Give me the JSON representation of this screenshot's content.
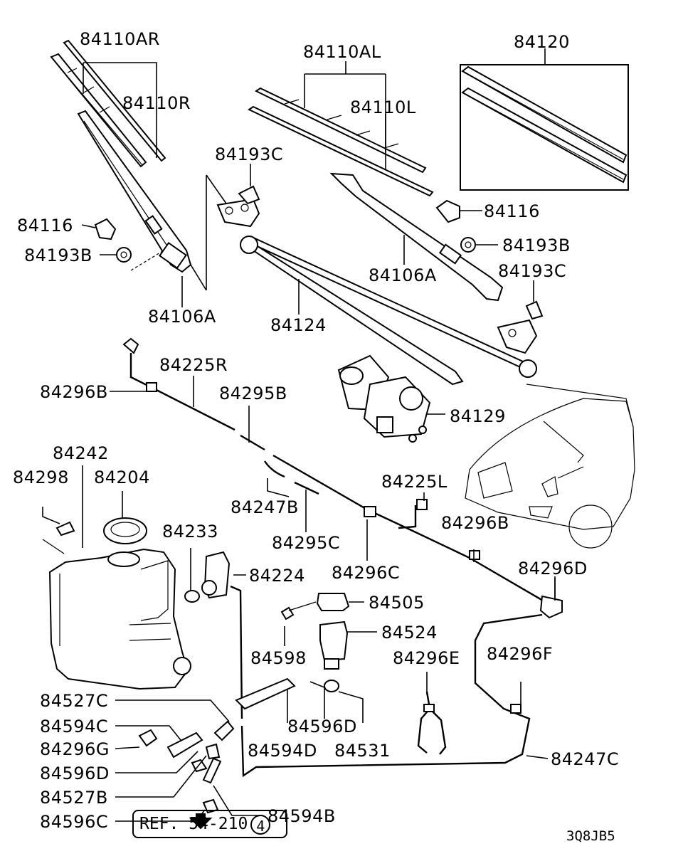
{
  "labels": {
    "p84110AR": "84110AR",
    "p84110R": "84110R",
    "p84110AL": "84110AL",
    "p84110L": "84110L",
    "p84120": "84120",
    "p84193C_top": "84193C",
    "p84116_left": "84116",
    "p84116_right": "84116",
    "p84193B_left": "84193B",
    "p84193B_right": "84193B",
    "p84106A_left": "84106A",
    "p84106A_right": "84106A",
    "p84193C_right": "84193C",
    "p84124": "84124",
    "p84225R": "84225R",
    "p84296B_left": "84296B",
    "p84295B": "84295B",
    "p84129": "84129",
    "p84242": "84242",
    "p84298": "84298",
    "p84204": "84204",
    "p84225L": "84225L",
    "p84247B": "84247B",
    "p84233": "84233",
    "p84295C": "84295C",
    "p84296B_right": "84296B",
    "p84224": "84224",
    "p84296C": "84296C",
    "p84296D": "84296D",
    "p84505": "84505",
    "p84524": "84524",
    "p84598": "84598",
    "p84296E": "84296E",
    "p84296F": "84296F",
    "p84527C": "84527C",
    "p84594C": "84594C",
    "p84596D": "84596D",
    "p84296G": "84296G",
    "p84594D": "84594D",
    "p84531": "84531",
    "p84247C": "84247C",
    "p84596D_b": "84596D",
    "p84527B": "84527B",
    "p84596C": "84596C",
    "p84594B": "84594B"
  },
  "reference": {
    "text": "REF. 54-210",
    "circle": "4"
  },
  "diagram_code": "3Q8JB5"
}
